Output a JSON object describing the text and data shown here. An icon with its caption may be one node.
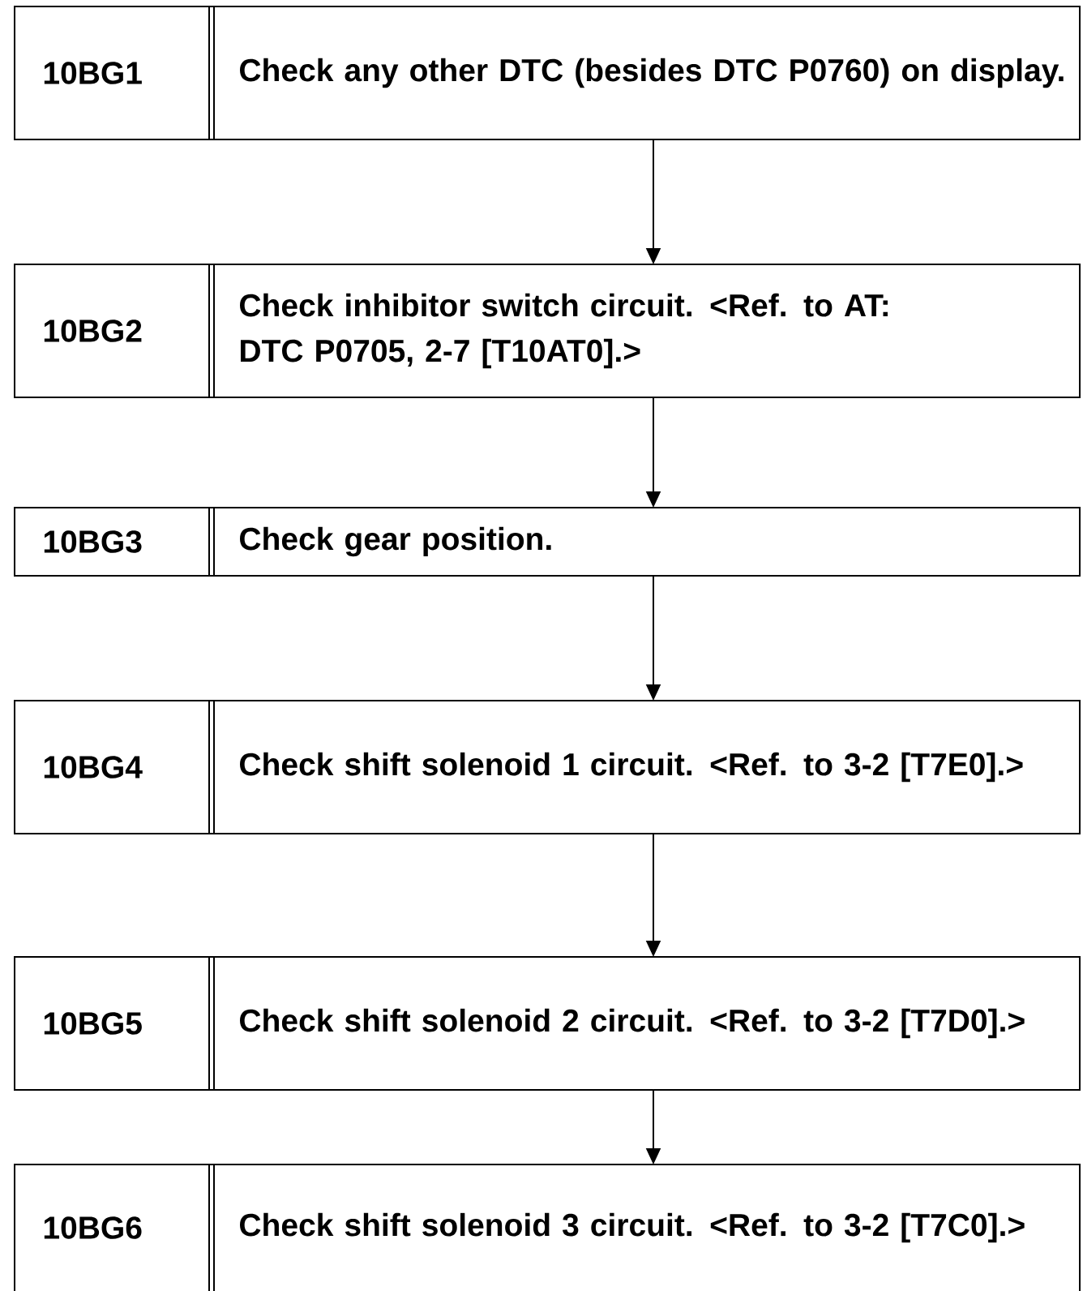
{
  "diagram": {
    "nodes": [
      {
        "text": [
          "10BG1",
          "Check any other DTC (besides DTC P0760) on display."
        ]
      },
      {
        "text": [
          "10BG2",
          "Check inhibitor switch circuit. <Ref. to AT: DTC P0705, 2-7 [T10AT0].>"
        ]
      },
      {
        "text": [
          "10BG3",
          "Check gear position."
        ]
      },
      {
        "text": [
          "10BG4",
          "Check shift solenoid 1 circuit. <Ref. to 3-2 [T7E0].>"
        ]
      },
      {
        "text": [
          "10BG5",
          "Check shift solenoid 2 circuit. <Ref. to 3-2 [T7D0].>"
        ]
      },
      {
        "text": [
          "10BG6",
          "Check shift solenoid 3 circuit. <Ref. to 3-2 [T7C0].>"
        ]
      }
    ],
    "edges": [
      {
        "from": 0,
        "to": 1,
        "arrow": "to"
      },
      {
        "from": 1,
        "to": 2,
        "arrow": "to"
      },
      {
        "from": 2,
        "to": 3,
        "arrow": "to"
      },
      {
        "from": 3,
        "to": 4,
        "arrow": "to"
      },
      {
        "from": 4,
        "to": 5,
        "arrow": "to"
      }
    ]
  }
}
